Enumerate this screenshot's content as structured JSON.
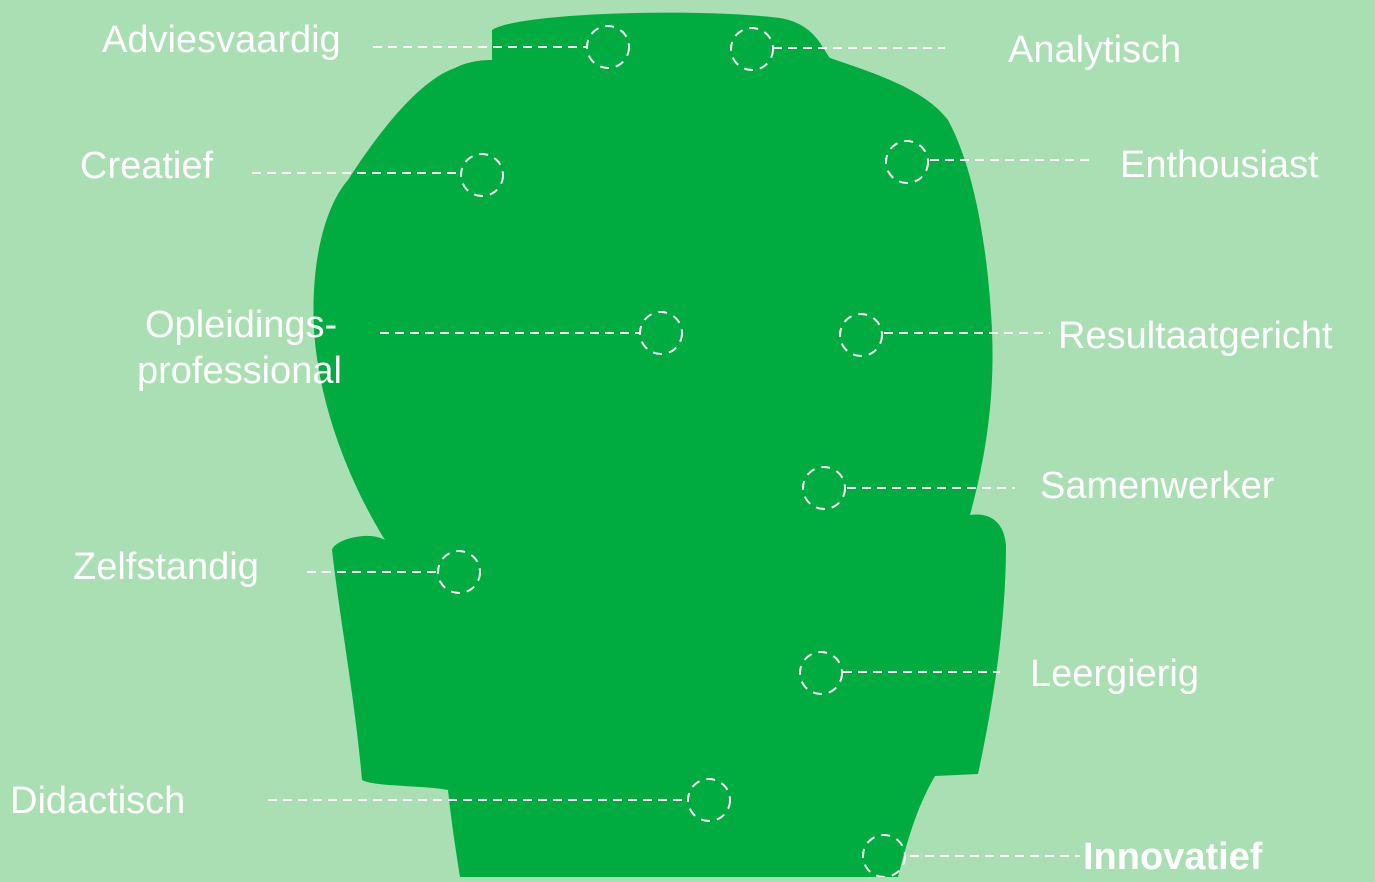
{
  "colors": {
    "background": "#aadfb4",
    "head": "#00ac3f",
    "line": "#ffffff",
    "text": "#ffffff"
  },
  "labels": {
    "adviesvaardig": "Adviesvaardig",
    "analytisch": "Analytisch",
    "creatief": "Creatief",
    "enthousiast": "Enthousiast",
    "opleidings_line1": "Opleidings-",
    "opleidings_line2": "professional",
    "resultaatgericht": "Resultaatgericht",
    "samenwerker": "Samenwerker",
    "zelfstandig": "Zelfstandig",
    "leergierig": "Leergierig",
    "didactisch": "Didactisch",
    "innovatief": "Innovatief"
  }
}
